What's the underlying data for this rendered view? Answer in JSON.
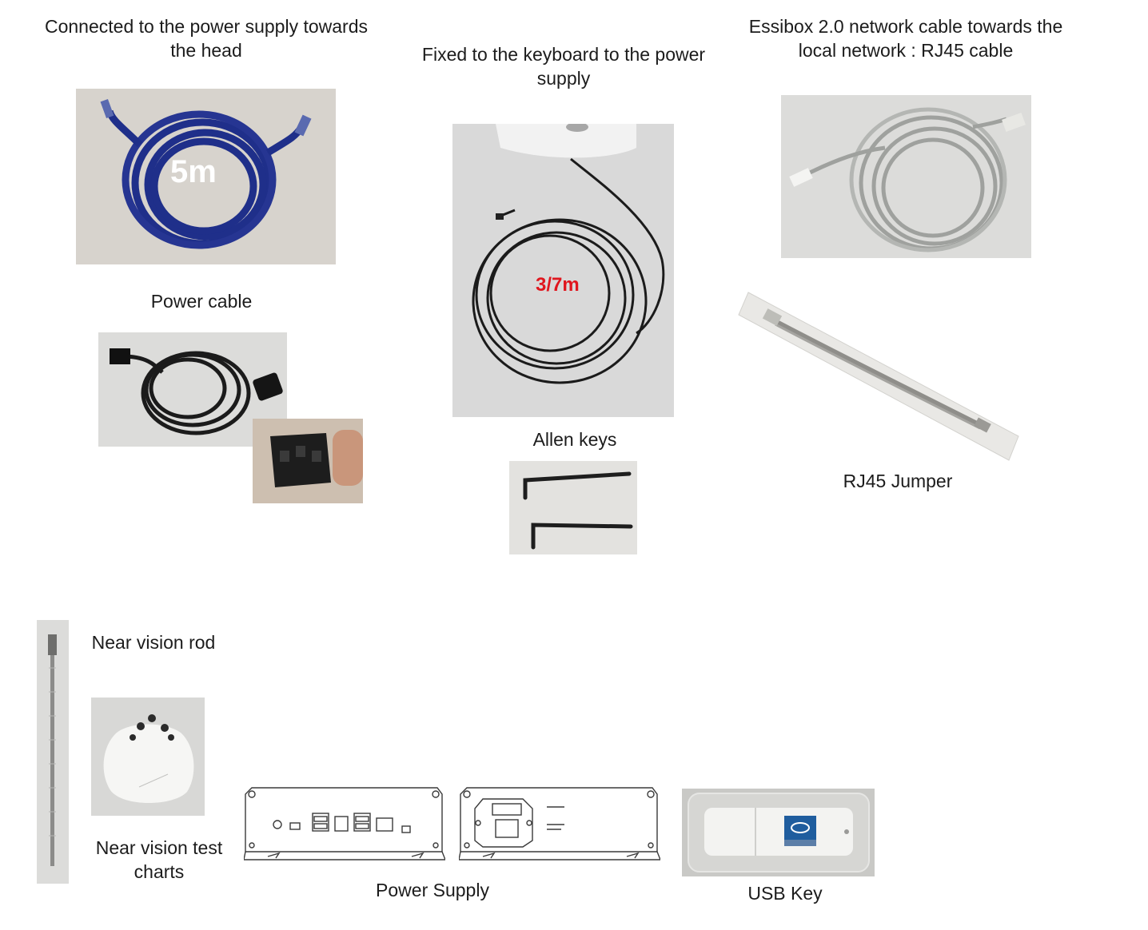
{
  "captions": {
    "power_head": [
      "Connected to the power supply towards",
      "the head"
    ],
    "keyboard": [
      "Fixed to the keyboard to the power",
      "supply"
    ],
    "network": [
      "Essibox 2.0 network cable towards the",
      "local network : RJ45 cable"
    ],
    "power_cable": "Power cable",
    "allen_keys": "Allen keys",
    "rj45_jumper": "RJ45 Jumper",
    "near_vision_rod": "Near vision rod",
    "near_vision_charts": [
      "Near vision test",
      "charts"
    ],
    "power_supply": "Power Supply",
    "usb_key": "USB Key"
  },
  "overlays": {
    "usb_cable_length": "5m",
    "keyboard_cable_length": "3/7m"
  },
  "icons": {
    "usb_cable": "coiled-blue-cable-photo",
    "keyboard_cable": "coiled-black-cable-photo",
    "network_cable": "coiled-grey-cable-photo",
    "power_cord": "power-cord-photo",
    "power_plug": "iec-plug-photo",
    "allen_keys": "allen-keys-photo",
    "rj45_jumper": "packaged-cable-photo",
    "near_vision_rod": "rod-photo",
    "near_vision_chart": "chart-disc-photo",
    "power_supply_front": "device-front-drawing",
    "power_supply_back": "device-back-drawing",
    "usb_key": "usb-key-photo"
  },
  "colors": {
    "blue_cable": "#1f2f8a",
    "overlay_red": "#e0161e",
    "grey_cable": "#b4b6b3",
    "black_cable": "#1b1b1b",
    "usb_logo_blue": "#1f5d9e"
  }
}
